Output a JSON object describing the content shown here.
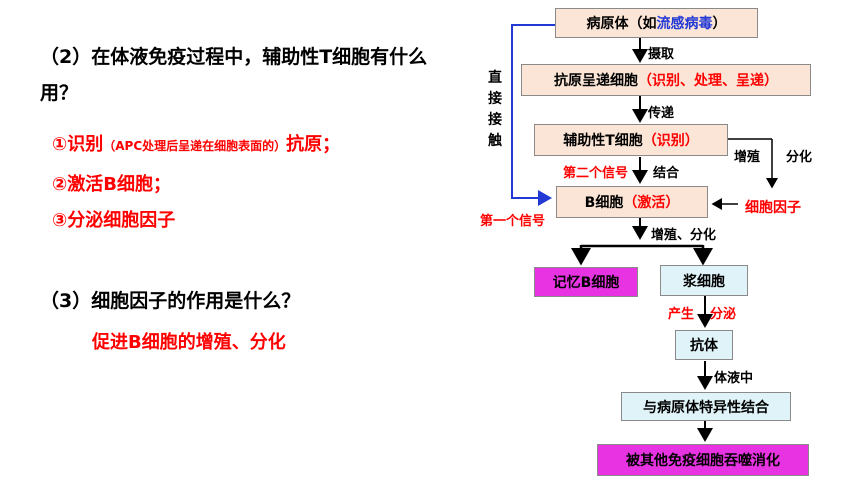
{
  "question2": {
    "text": "（2）在体液免疫过程中，辅助性T细胞有什么用？",
    "line1": "（2）在体液免疫过程中，辅助性T细胞有什么",
    "line2": "用？",
    "answers": [
      {
        "main": "①识别",
        "note": "（APC处理后呈递在细胞表面的）",
        "tail": "抗原；"
      },
      {
        "main": "②激活B细胞；"
      },
      {
        "main": "③分泌细胞因子"
      }
    ]
  },
  "question3": {
    "text": "（3）细胞因子的作用是什么？",
    "answer": "促进B细胞的增殖、分化"
  },
  "flow": {
    "pathogen": {
      "prefix": "病原体（如",
      "highlight": "流感病毒",
      "suffix": "）"
    },
    "apc": {
      "black": "抗原呈递细胞",
      "red": "（识别、处理、呈递）"
    },
    "th": {
      "black": "辅助性T细胞",
      "red": "（识别）"
    },
    "bcell": {
      "black": "B细胞",
      "red": "（激活）"
    },
    "memory": "记忆B细胞",
    "plasma": "浆细胞",
    "antibody": "抗体",
    "bind": "与病原体特异性结合",
    "digest": "被其他免疫细胞吞噬消化",
    "cytokine": "细胞因子",
    "labels": {
      "uptake": "摄取",
      "transmit": "传递",
      "second_signal": "第二个信号",
      "combine": "结合",
      "prolif": "增殖",
      "differ": "分化",
      "prolif_differ": "增殖、分化",
      "produce": "产生",
      "secrete": "分泌",
      "humoral": "体液中",
      "first_signal": "第一个信号",
      "direct_contact": [
        "直",
        "接",
        "接",
        "触"
      ]
    }
  },
  "colors": {
    "red": "#ff0000",
    "blue": "#2339d6",
    "tan_box": "#fbe5d6",
    "cyan_box": "#dff3f9",
    "magenta_box": "#e833e3"
  }
}
